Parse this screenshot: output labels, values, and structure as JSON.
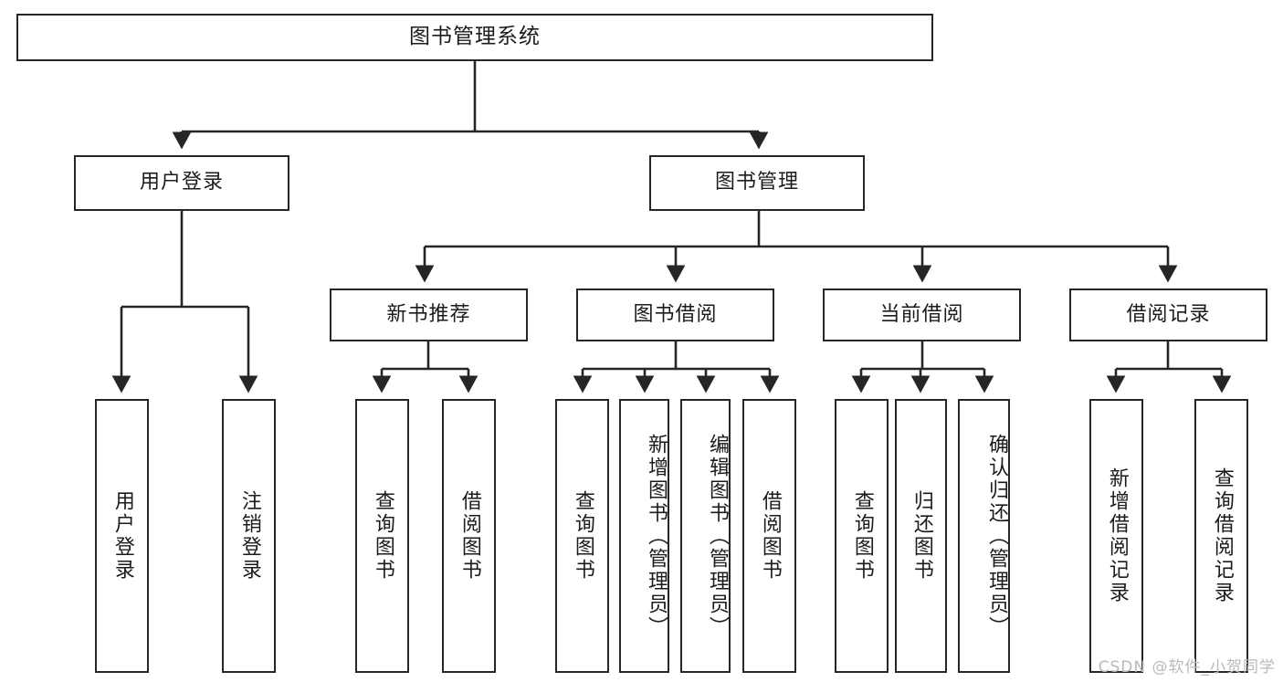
{
  "diagram": {
    "title": "图书管理系统",
    "type": "tree",
    "watermark": "CSDN @软件_小贺同学",
    "colors": {
      "box_border": "#262626",
      "box_fill": "#ffffff",
      "connector": "#262626",
      "text": "#1b1b1b",
      "watermark": "#b9b9b9"
    },
    "nodes": {
      "root": {
        "label": "图书管理系统"
      },
      "level2": [
        {
          "label": "用户登录"
        },
        {
          "label": "图书管理"
        }
      ],
      "level3": [
        {
          "label": "新书推荐"
        },
        {
          "label": "图书借阅"
        },
        {
          "label": "当前借阅"
        },
        {
          "label": "借阅记录"
        }
      ],
      "leaves_user_login": [
        {
          "label": "用户登录"
        },
        {
          "label": "注销登录"
        }
      ],
      "leaves_new_book": [
        {
          "label": "查询图书"
        },
        {
          "label": "借阅图书"
        }
      ],
      "leaves_borrow": [
        {
          "label": "查询图书"
        },
        {
          "label": "新增图书（管理员）"
        },
        {
          "label": "编辑图书（管理员）"
        },
        {
          "label": "借阅图书"
        }
      ],
      "leaves_current": [
        {
          "label": "查询图书"
        },
        {
          "label": "归还图书"
        },
        {
          "label": "确认归还（管理员）"
        }
      ],
      "leaves_record": [
        {
          "label": "新增借阅记录"
        },
        {
          "label": "查询借阅记录"
        }
      ]
    }
  }
}
